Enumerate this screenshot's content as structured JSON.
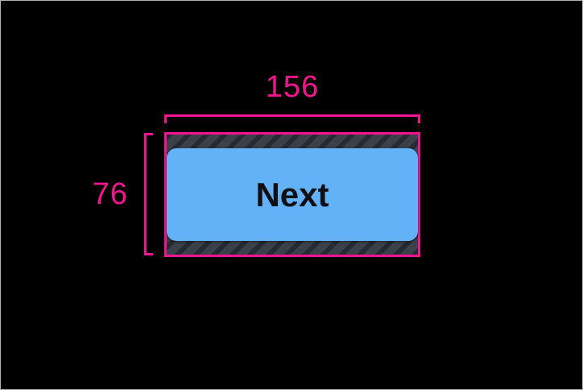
{
  "theme": {
    "canvas_bg": "#000000",
    "frame_border": "#b3b3b3",
    "accent": "#f4148f",
    "hatch_fill": "#3a414b",
    "hatch_stripe": "#262b31",
    "button_fill": "#63b2f8",
    "button_text": "#0e1013"
  },
  "annotations": {
    "width": {
      "label": "156"
    },
    "height": {
      "label": "76"
    }
  },
  "touch_target": {
    "description": "hatched padding area around button"
  },
  "button": {
    "label": "Next"
  }
}
